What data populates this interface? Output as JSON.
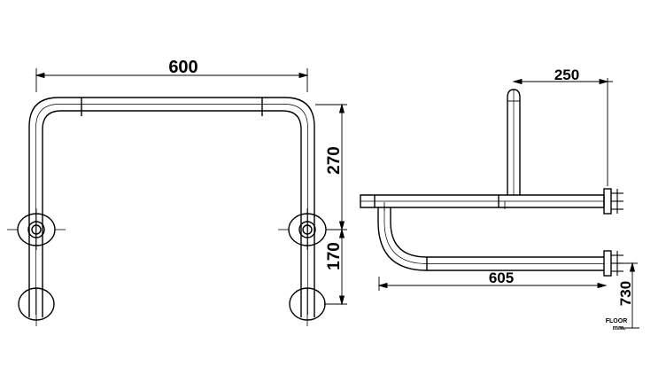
{
  "front_view": {
    "width_dim": "600",
    "upper_height_dim": "270",
    "lower_height_dim": "170"
  },
  "side_view": {
    "depth_top_dim": "250",
    "depth_bottom_dim": "605",
    "floor_height_dim": "730",
    "floor_label_line1": "FLOOR",
    "floor_label_line2": "mm."
  },
  "colors": {
    "ink": "#000000",
    "paper": "#ffffff"
  }
}
